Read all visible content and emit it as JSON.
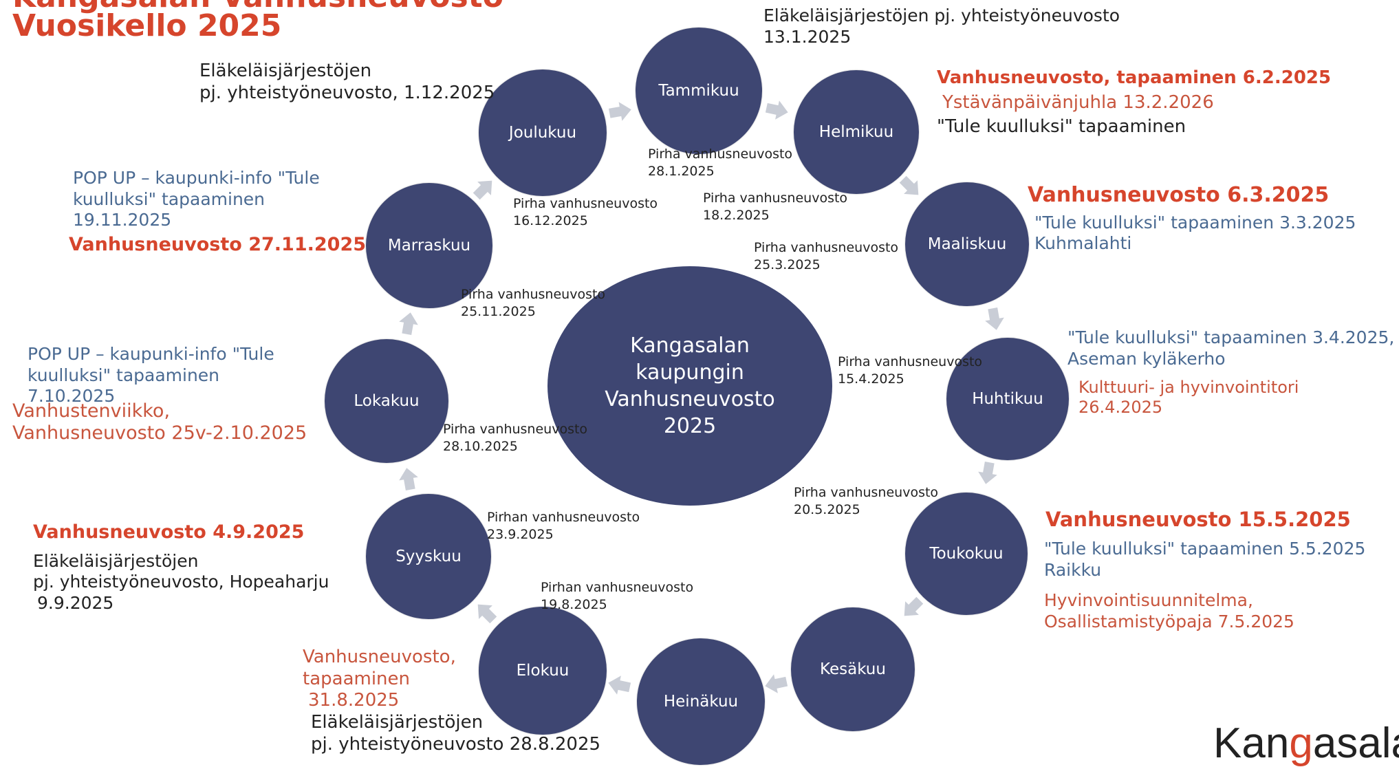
{
  "title": {
    "line1": "Kangasalan Vanhusneuvosto",
    "line2": "Vuosikello 2025"
  },
  "center": {
    "line1": "Kangasalan",
    "line2": "kaupungin",
    "line3": "Vanhusneuvosto",
    "line4": "2025"
  },
  "months": {
    "tammikuu": "Tammikuu",
    "helmikuu": "Helmikuu",
    "maaliskuu": "Maaliskuu",
    "huhtikuu": "Huhtikuu",
    "toukokuu": "Toukokuu",
    "kesakuu": "Kesäkuu",
    "heinakuu": "Heinäkuu",
    "elokuu": "Elokuu",
    "syyskuu": "Syyskuu",
    "lokakuu": "Lokakuu",
    "marraskuu": "Marraskuu",
    "joulukuu": "Joulukuu"
  },
  "notes": {
    "january": [
      "Eläkeläisjärjestöjen pj. yhteistyöneuvosto",
      "13.1.2025"
    ],
    "february": {
      "heading": "Vanhusneuvosto, tapaaminen 6.2.2025",
      "line2": "Ystävänpäivänjuhla 13.2.2026",
      "line3": "\"Tule kuulluksi\" tapaaminen"
    },
    "march": {
      "heading": "Vanhusneuvosto 6.3.2025",
      "line2": "\"Tule kuulluksi\" tapaaminen 3.3.2025",
      "line3": "Kuhmalahti"
    },
    "april": {
      "line1": "\"Tule kuulluksi\" tapaaminen 3.4.2025,",
      "line2": "Aseman kyläkerho",
      "line3": "Kulttuuri- ja hyvinvointitori",
      "line4": "26.4.2025"
    },
    "may": {
      "heading": "Vanhusneuvosto 15.5.2025",
      "line2": "\"Tule kuulluksi\" tapaaminen 5.5.2025",
      "line3": "Raikku",
      "line4": "Hyvinvointisuunnitelma,",
      "line5": "Osallistamistyöpaja 7.5.2025"
    },
    "august": {
      "red1": "Vanhusneuvosto,",
      "red2": "tapaaminen",
      "red3": "31.8.2025",
      "dark1": "Eläkeläisjärjestöjen",
      "dark2": "pj. yhteistyöneuvosto 28.8.2025"
    },
    "september": {
      "heading": "Vanhusneuvosto 4.9.2025",
      "line2": "Eläkeläisjärjestöjen",
      "line3": "pj. yhteistyöneuvosto, Hopeaharju",
      "line4": "9.9.2025"
    },
    "october": {
      "blue1": "POP UP – kaupunki-info \"Tule",
      "blue2": "kuulluksi\" tapaaminen",
      "blue3": "7.10.2025",
      "red1": "Vanhustenviikko,",
      "red2": "Vanhusneuvosto 25v-2.10.2025"
    },
    "november": {
      "blue1": "POP UP – kaupunki-info \"Tule",
      "blue2": "kuulluksi\" tapaaminen",
      "blue3": "19.11.2025",
      "heading": "Vanhusneuvosto 27.11.2025"
    },
    "december": [
      "Eläkeläisjärjestöjen",
      "pj. yhteistyöneuvosto, 1.12.2025"
    ]
  },
  "pirha": {
    "jan": [
      "Pirha vanhusneuvosto",
      "28.1.2025"
    ],
    "feb": [
      "Pirha vanhusneuvosto",
      "18.2.2025"
    ],
    "mar": [
      "Pirha vanhusneuvosto",
      "25.3.2025"
    ],
    "apr": [
      "Pirha vanhusneuvosto",
      "15.4.2025"
    ],
    "may": [
      "Pirha vanhusneuvosto",
      "20.5.2025"
    ],
    "aug": [
      "Pirhan vanhusneuvosto",
      "19.8.2025"
    ],
    "sep": [
      "Pirhan vanhusneuvosto",
      "23.9.2025"
    ],
    "oct": [
      "Pirha vanhusneuvosto",
      "28.10.2025"
    ],
    "nov": [
      "Pirha vanhusneuvosto",
      "25.11.2025"
    ],
    "dec": [
      "Pirha vanhusneuvosto",
      "16.12.2025"
    ]
  },
  "logo": {
    "part1": "Kan",
    "part2": "g",
    "part3": "asala"
  },
  "colors": {
    "circle": "#3e4672",
    "accent_red": "#d6452c",
    "note_blue": "#4a6a92",
    "arrow": "#c9cdd6"
  }
}
